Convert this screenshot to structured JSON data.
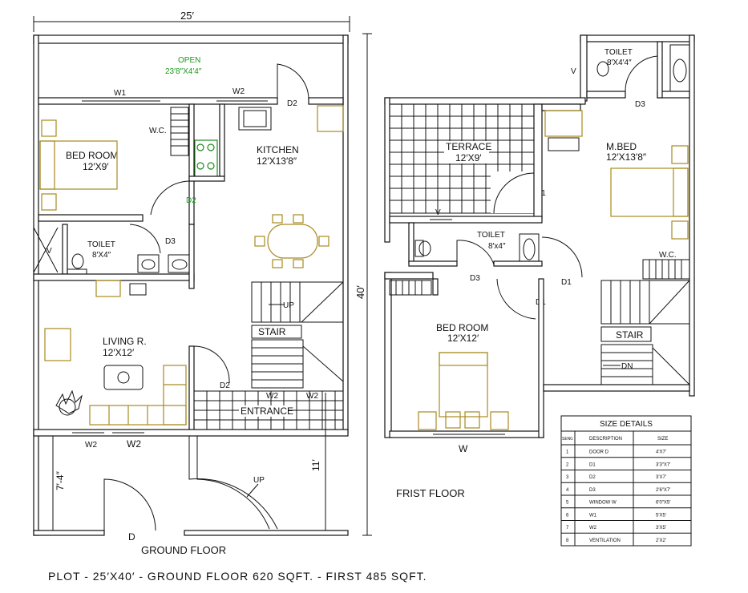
{
  "ground_floor": {
    "dim_width": "25′",
    "dim_depth": "40′",
    "dim_front_left": "7′-4″",
    "dim_front_right": "11′",
    "open_label": "OPEN",
    "open_size": "23′8″X4′4″",
    "w1_top": "W1",
    "w2_top": "W2",
    "d2_kitchen": "D2",
    "wc_label": "W.C.",
    "bedroom_label": "BED ROOM",
    "bedroom_size": "12′X9′",
    "kitchen_label": "KITCHEN",
    "kitchen_size": "12′X13′8″",
    "d2_green": "D2",
    "toilet_label": "TOILET",
    "toilet_size": "8′X4″",
    "d3_label": "D3",
    "v_label": "V",
    "up_label": "UP",
    "stair_label": "STAIR",
    "living_label": "LIVING R.",
    "living_size": "12′X12′",
    "d2_entrance": "D2",
    "w2_entrance_1": "W2",
    "w2_entrance_2": "W2",
    "entrance_label": "ENTRANCE",
    "w2_bottom_1": "W2",
    "w2_bottom_2": "W2",
    "up_ramp": "UP",
    "d_label": "D",
    "caption": "GROUND FLOOR"
  },
  "first_floor": {
    "v_label": "V",
    "toilet_top": "TOILET",
    "toilet_top_size": "8′X4′4″",
    "d3_top": "D3",
    "terrace_label": "TERRACE",
    "terrace_size": "12′X9′",
    "mbed_label": "M.BED",
    "mbed_size": "12′X13′8″",
    "d1_a": "D1",
    "v_label2": "V",
    "toilet_label": "TOILET",
    "toilet_size": "8′x4″",
    "d3_label": "D3",
    "d1_b": "D1",
    "d1_c": "D1",
    "wc_label": "W.C.",
    "bedroom_label": "BED ROOM",
    "bedroom_size": "12′X12′",
    "stair_label": "STAIR",
    "dn_label": "DN",
    "w_label": "W",
    "caption": "FRIST FLOOR"
  },
  "size_table": {
    "title": "SIZE DETAILS",
    "headers": [
      "SEN0.",
      "DESCRIPTION",
      "SIZE"
    ],
    "rows": [
      [
        "1",
        "DOOR D",
        "4′X7′"
      ],
      [
        "2",
        "D1",
        "3′3″X7′"
      ],
      [
        "3",
        "D2",
        "3′X7′"
      ],
      [
        "4",
        "D3",
        "2′6″X7′"
      ],
      [
        "5",
        "WINDOW W",
        "6′0″X5′"
      ],
      [
        "6",
        "W1",
        "5′X5′"
      ],
      [
        "7",
        "W2",
        "3′X5′"
      ],
      [
        "8",
        "VENTILATION",
        "2′X2′"
      ]
    ]
  },
  "footer": "PLOT  -  25′X40′   -   GROUND FLOOR 620 SQFT. - FIRST 485 SQFT."
}
